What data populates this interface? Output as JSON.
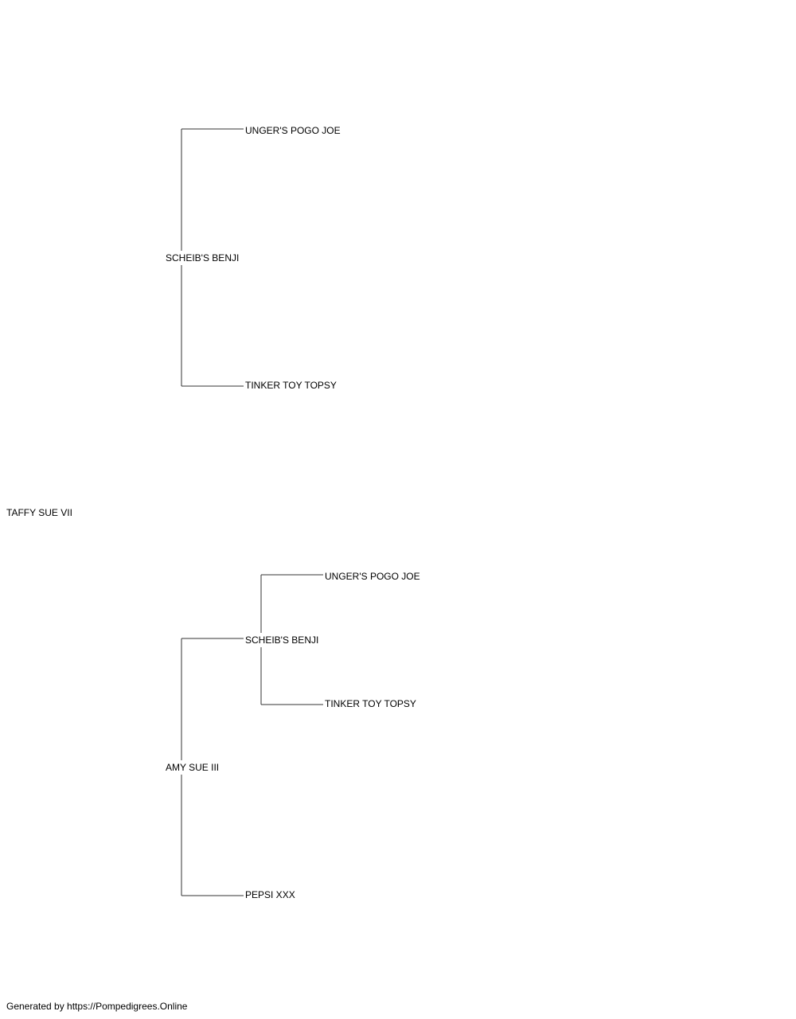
{
  "pedigree": {
    "subject": "TAFFY SUE VII",
    "sire": {
      "name": "SCHEIB'S BENJI",
      "sire": {
        "name": "UNGER'S POGO JOE"
      },
      "dam": {
        "name": "TINKER TOY TOPSY"
      }
    },
    "dam": {
      "name": "AMY SUE III",
      "sire": {
        "name": "SCHEIB'S BENJI",
        "sire": {
          "name": "UNGER'S POGO JOE"
        },
        "dam": {
          "name": "TINKER TOY TOPSY"
        }
      },
      "dam": {
        "name": "PEPSI XXX"
      }
    }
  },
  "footer": {
    "text": "Generated by https://Pompedigrees.Online"
  }
}
